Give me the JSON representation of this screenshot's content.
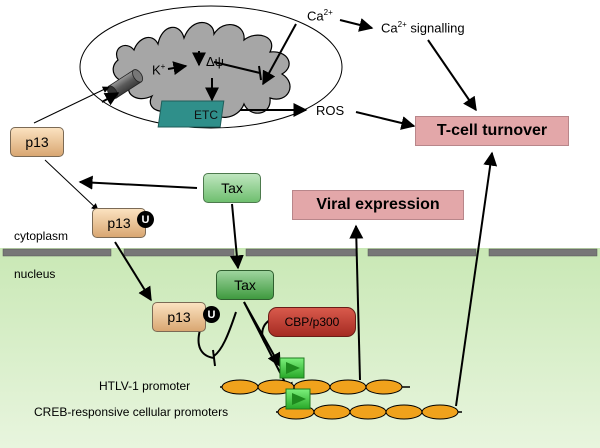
{
  "labels": {
    "ca": "Ca",
    "ca_sup": "2+",
    "ca_signalling_pre": "Ca",
    "ca_signalling_sup": "2+",
    "ca_signalling_post": "signalling",
    "k": "K",
    "k_sup": "+",
    "delta_psi": "Δψ",
    "etc": "ETC",
    "ros": "ROS",
    "t_cell_turnover": "T-cell turnover",
    "viral_expression": "Viral expression",
    "p13_top": "p13",
    "p13_cyto": "p13",
    "p13_nucleus": "p13",
    "u": "U",
    "tax_cyto": "Tax",
    "tax_nucleus": "Tax",
    "cbp": "CBP/p300",
    "cytoplasm": "cytoplasm",
    "nucleus": "nucleus",
    "htlv_promoter": "HTLV-1 promoter",
    "creb_promoters": "CREB-responsive cellular promoters"
  },
  "colors": {
    "nucleus_bg": "#d9efcb",
    "membrane": "#777777",
    "mito_fill": "#a6a6a6",
    "etc_fill": "#2f8f8a",
    "dna": "#f0a21c",
    "green_arrow": "#3ccd3c",
    "pink_box": "#e3a7a9"
  }
}
